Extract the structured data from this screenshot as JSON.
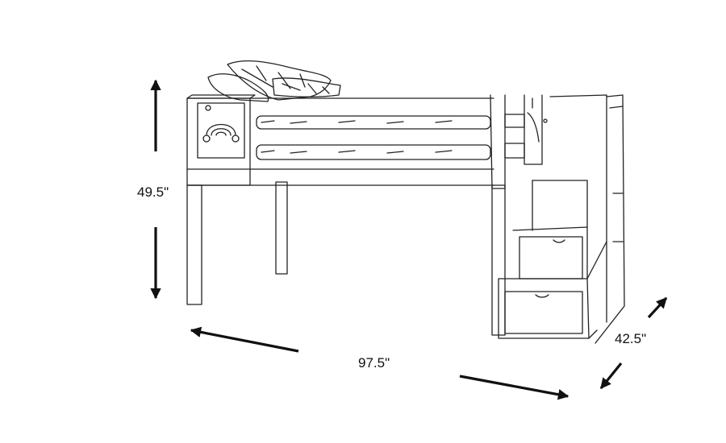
{
  "dimensions": {
    "height": "49.5\"",
    "width": "97.5\"",
    "depth": "42.5\""
  },
  "colors": {
    "line": "#111111",
    "background": "#ffffff"
  }
}
